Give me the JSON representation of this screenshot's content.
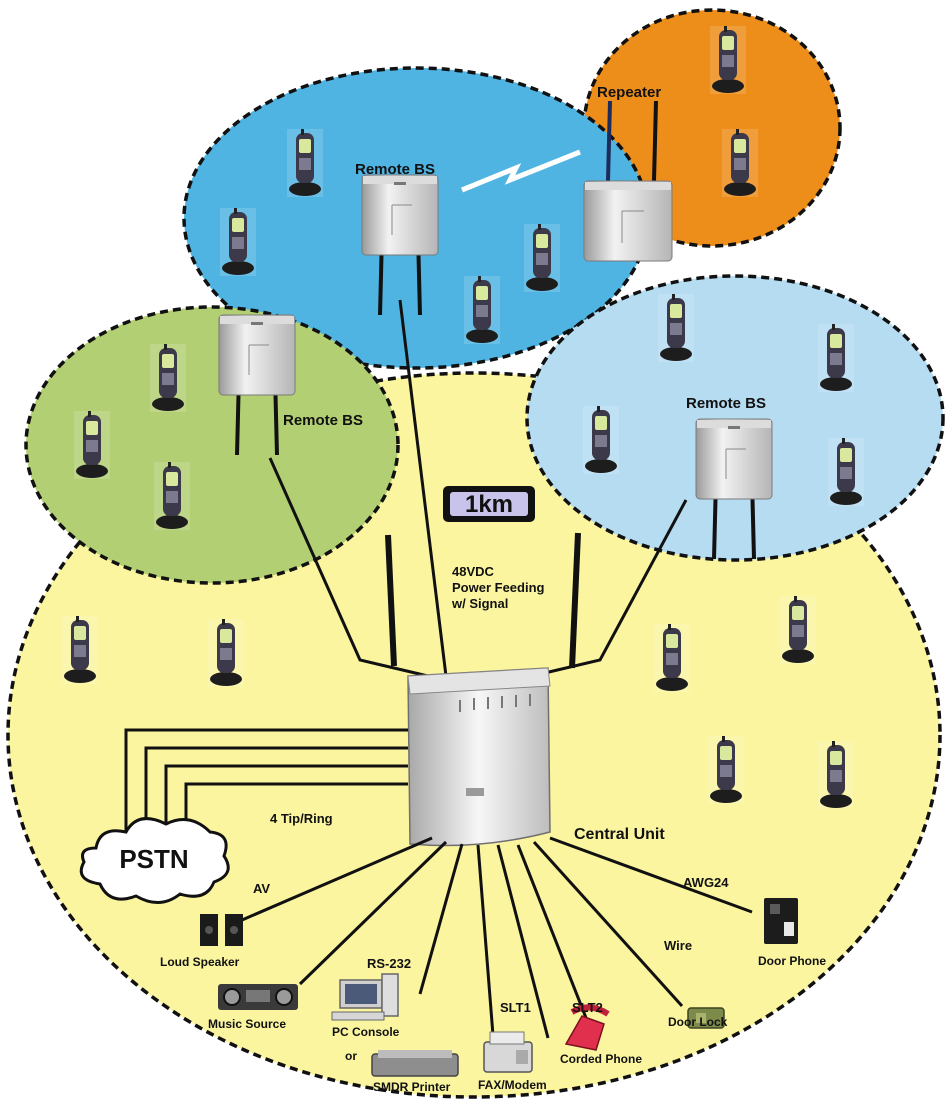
{
  "labels": {
    "repeater": "Repeater",
    "remote_bs_top": "Remote BS",
    "remote_bs_left": "Remote BS",
    "remote_bs_right": "Remote BS",
    "distance": "1km",
    "power_feeding_1": "48VDC",
    "power_feeding_2": "Power Feeding",
    "power_feeding_3": "w/ Signal",
    "tip_ring": "4 Tip/Ring",
    "central_unit": "Central Unit",
    "pstn": "PSTN",
    "av": "AV",
    "rs232": "RS-232",
    "slt1": "SLT1",
    "slt2": "SLT2",
    "wire": "Wire",
    "awg24": "AWG24",
    "loud_speaker": "Loud Speaker",
    "music_source": "Music Source",
    "pc_console": "PC Console",
    "or": "or",
    "smdr_printer": "SMDR Printer",
    "fax_modem": "FAX/Modem",
    "corded_phone": "Corded Phone",
    "door_lock": "Door Lock",
    "door_phone": "Door Phone"
  },
  "colors": {
    "main_zone": "#fbf5a0",
    "top_zone": "#4fb4e2",
    "orange_zone": "#ee8e1a",
    "green_zone": "#b3cf73",
    "right_zone": "#b6dcf2"
  }
}
